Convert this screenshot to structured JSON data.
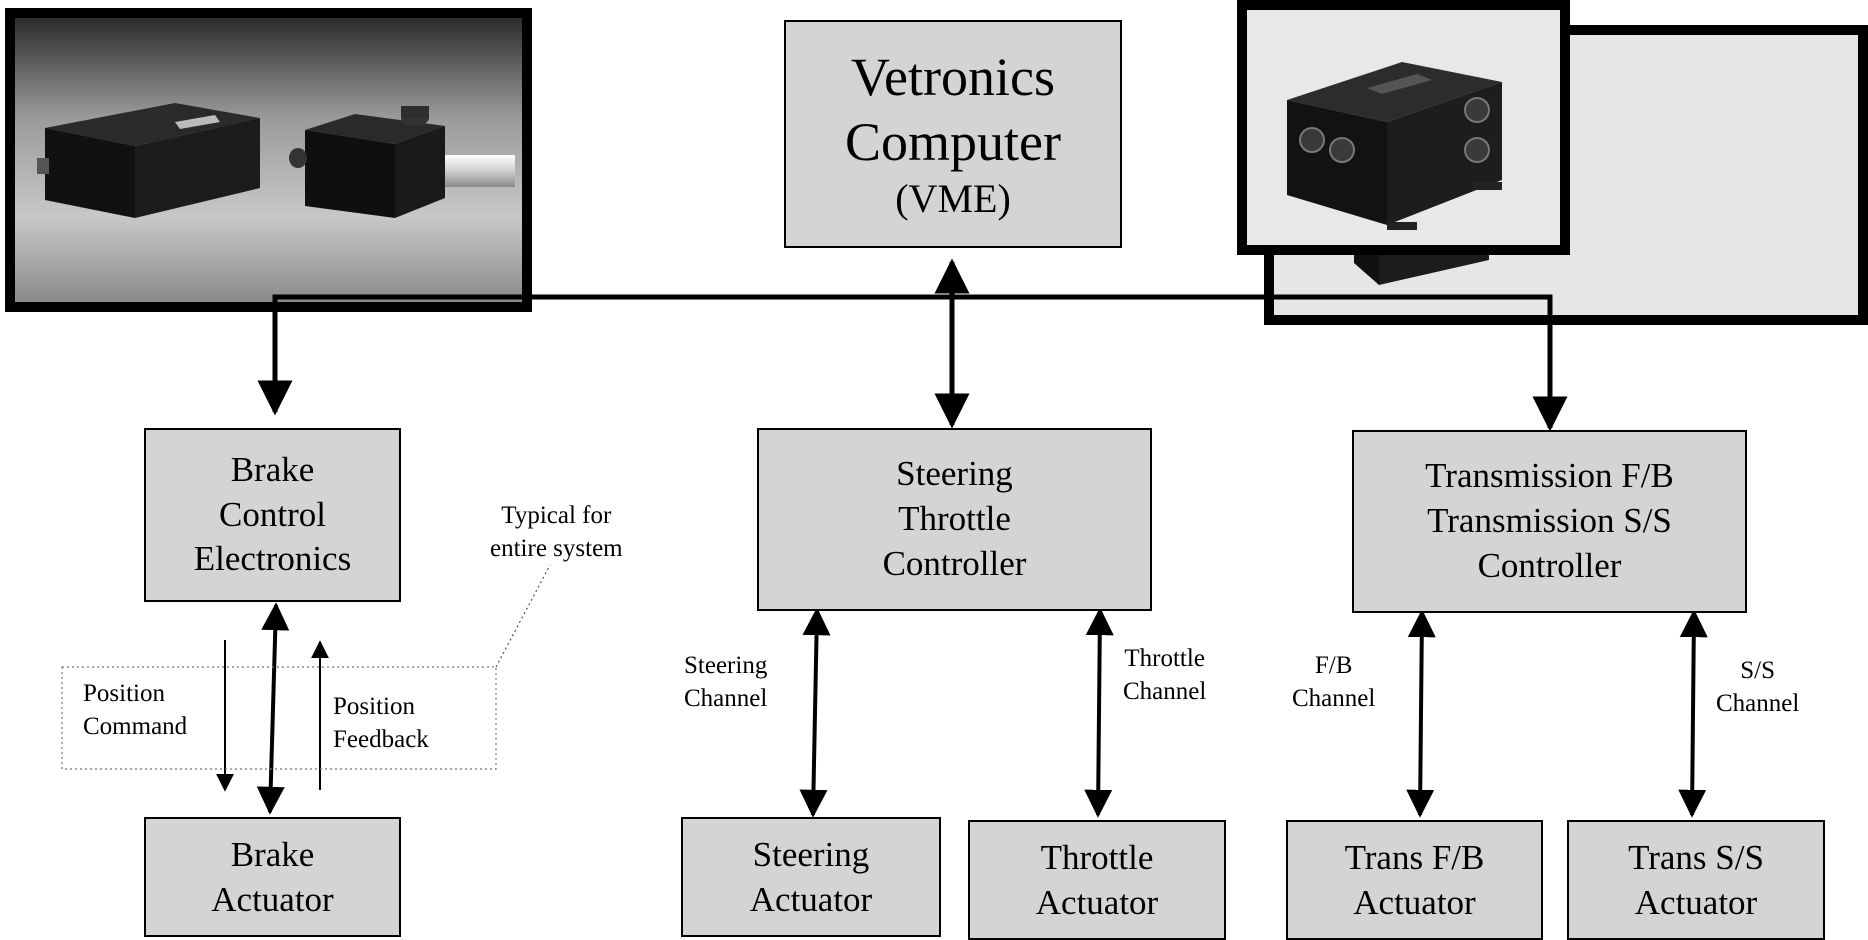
{
  "computer": {
    "line1": "Vetronics",
    "line2": "Computer",
    "line3": "(VME)"
  },
  "brake_electronics": {
    "line1": "Brake",
    "line2": "Control",
    "line3": "Electronics"
  },
  "steering_throttle": {
    "line1": "Steering",
    "line2": "Throttle",
    "line3": "Controller"
  },
  "transmission": {
    "line1": "Transmission F/B",
    "line2": "Transmission S/S",
    "line3": "Controller"
  },
  "brake_actuator": {
    "line1": "Brake",
    "line2": "Actuator"
  },
  "steering_actuator": {
    "line1": "Steering",
    "line2": "Actuator"
  },
  "throttle_actuator": {
    "line1": "Throttle",
    "line2": "Actuator"
  },
  "trans_fb_actuator": {
    "line1": "Trans F/B",
    "line2": "Actuator"
  },
  "trans_ss_actuator": {
    "line1": "Trans S/S",
    "line2": "Actuator"
  },
  "labels": {
    "typical": {
      "line1": "Typical for",
      "line2": "entire system"
    },
    "position_command": {
      "line1": "Position",
      "line2": "Command"
    },
    "position_feedback": {
      "line1": "Position",
      "line2": "Feedback"
    },
    "steering_channel": {
      "line1": "Steering",
      "line2": "Channel"
    },
    "throttle_channel": {
      "line1": "Throttle",
      "line2": "Channel"
    },
    "fb_channel": {
      "line1": "F/B",
      "line2": "Channel"
    },
    "ss_channel": {
      "line1": "S/S",
      "line2": "Channel"
    }
  },
  "colors": {
    "box_fill": "#d4d4d4",
    "line": "#000000",
    "photo_frame": "#000000"
  }
}
